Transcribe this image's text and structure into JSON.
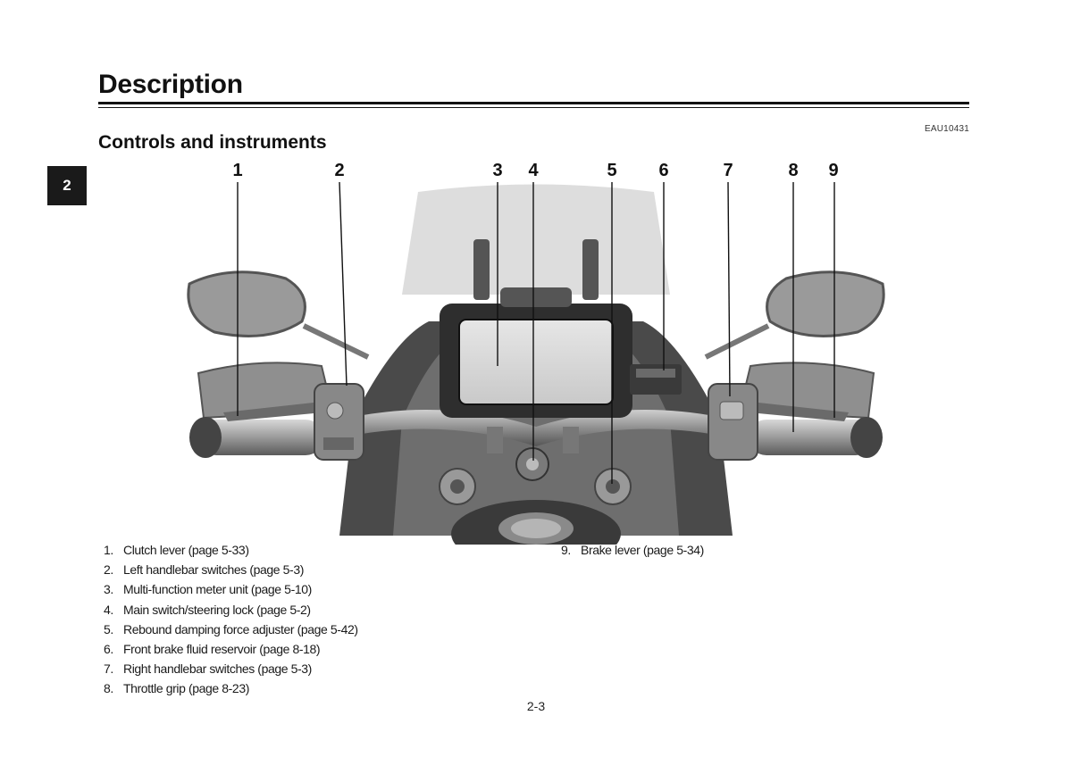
{
  "header": {
    "title": "Description",
    "doc_code": "EAU10431"
  },
  "section": {
    "title": "Controls and instruments"
  },
  "chapter_tab": "2",
  "figure": {
    "callouts": [
      "1",
      "2",
      "3",
      "4",
      "5",
      "6",
      "7",
      "8",
      "9"
    ]
  },
  "legend": {
    "left": [
      {
        "num": "1.",
        "text": "Clutch lever (page 5-33)"
      },
      {
        "num": "2.",
        "text": "Left handlebar switches (page 5-3)"
      },
      {
        "num": "3.",
        "text": "Multi-function meter unit (page 5-10)"
      },
      {
        "num": "4.",
        "text": "Main switch/steering lock (page 5-2)"
      },
      {
        "num": "5.",
        "text": "Rebound damping force adjuster (page 5-42)"
      },
      {
        "num": "6.",
        "text": "Front brake fluid reservoir (page 8-18)"
      },
      {
        "num": "7.",
        "text": "Right handlebar switches (page 5-3)"
      },
      {
        "num": "8.",
        "text": "Throttle grip (page 8-23)"
      }
    ],
    "right": [
      {
        "num": "9.",
        "text": "Brake lever (page 5-34)"
      }
    ]
  },
  "footer": {
    "page_number": "2-3"
  }
}
